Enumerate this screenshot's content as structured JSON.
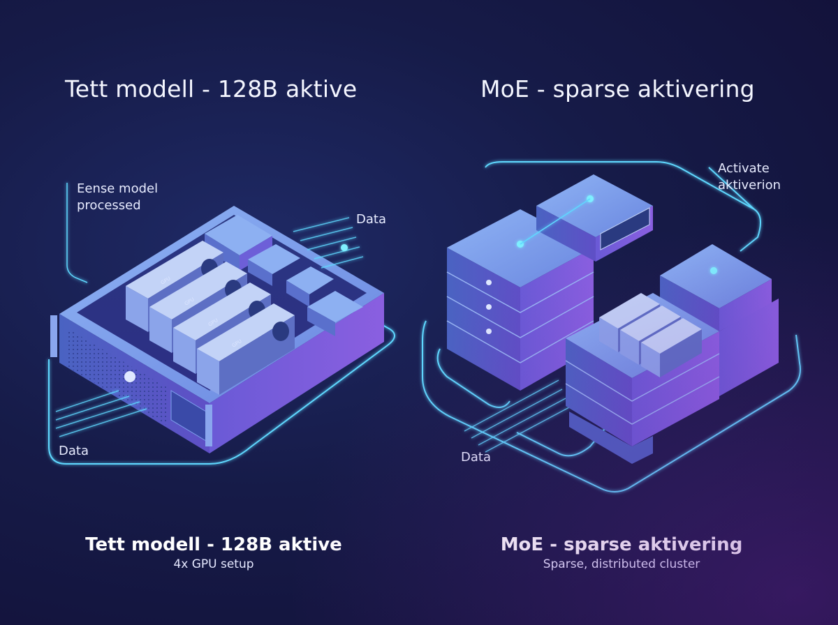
{
  "left_panel": {
    "title": "Tett modell - 128B aktive",
    "annotation_line1": "Eense model",
    "annotation_line2": "processed",
    "data_label_in": "Data",
    "data_label_out": "Data",
    "gpu_card_text": "GPU",
    "caption_title": "Tett modell - 128B aktive",
    "caption_subtitle": "4x GPU setup"
  },
  "right_panel": {
    "title": "MoE - sparse aktivering",
    "annotation_line1": "Activate",
    "annotation_line2": "aktiverion",
    "data_label": "Data",
    "caption_title": "MoE - sparse aktivering",
    "caption_subtitle": "Sparse, distributed cluster"
  },
  "colors": {
    "background": "#161b48",
    "glow_line": "#5fd8ff",
    "server_face": "#5b77d6",
    "server_top": "#7da4ef",
    "accent_purple": "#7a5ad8"
  }
}
